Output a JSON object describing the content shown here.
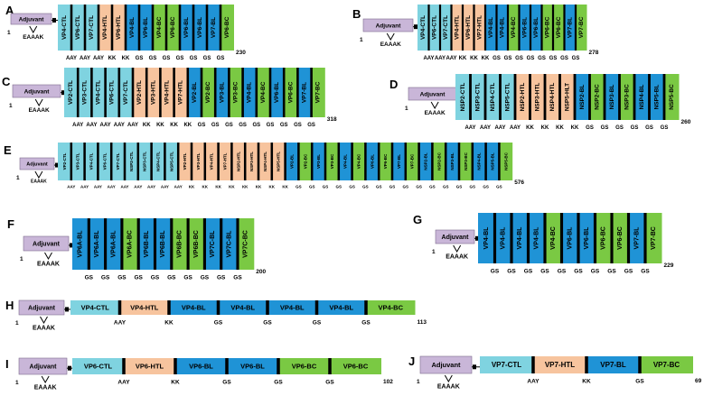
{
  "colors": {
    "adjuvant": "#c9b6d8",
    "ctl": "#7fd3e0",
    "htl": "#f7c49e",
    "bl": "#1f93d6",
    "bc": "#7ac943",
    "linker": "#000000"
  },
  "common": {
    "adjuvant_label": "Adjuvant",
    "eaaak": "EAAAK",
    "start": "1"
  },
  "constructs": [
    {
      "id": "A",
      "segments": [
        {
          "label": "VP4-CTL",
          "type": "ctl"
        },
        {
          "label": "VP6-CTL",
          "type": "ctl"
        },
        {
          "label": "VP7-CTL",
          "type": "ctl"
        },
        {
          "label": "VP4-HTL",
          "type": "htl"
        },
        {
          "label": "VP6-HTL",
          "type": "htl"
        },
        {
          "label": "VP4-BL",
          "type": "bl"
        },
        {
          "label": "VP6-BL",
          "type": "bl"
        },
        {
          "label": "VP4-BC",
          "type": "bc"
        },
        {
          "label": "VP6-BC",
          "type": "bc"
        },
        {
          "label": "VP6-BL",
          "type": "bl"
        },
        {
          "label": "VP6-BL",
          "type": "bl"
        },
        {
          "label": "VP7-BL",
          "type": "bl"
        },
        {
          "label": "VP6-BC",
          "type": "bc"
        }
      ],
      "linkers": [
        "AAY",
        "AAY",
        "AAY",
        "KK",
        "KK",
        "GS",
        "GS",
        "GS",
        "GS",
        "GS",
        "GS",
        "GS"
      ],
      "end": "230"
    },
    {
      "id": "B",
      "segments": [
        {
          "label": "VP4-CTL",
          "type": "ctl"
        },
        {
          "label": "VP6-CTL",
          "type": "ctl"
        },
        {
          "label": "VP7-CTL",
          "type": "ctl"
        },
        {
          "label": "VP4-HTL",
          "type": "htl"
        },
        {
          "label": "VP6-HTL",
          "type": "htl"
        },
        {
          "label": "VP7-HTL",
          "type": "htl"
        },
        {
          "label": "VP4-BL",
          "type": "bl"
        },
        {
          "label": "VP4-BL",
          "type": "bl"
        },
        {
          "label": "VP4-BC",
          "type": "bc"
        },
        {
          "label": "VP6-BL",
          "type": "bl"
        },
        {
          "label": "VP6-BL",
          "type": "bl"
        },
        {
          "label": "VP6-BC",
          "type": "bc"
        },
        {
          "label": "VP6-BC",
          "type": "bc"
        },
        {
          "label": "VP7-BL",
          "type": "bl"
        },
        {
          "label": "VP7-BC",
          "type": "bc"
        }
      ],
      "linkers": [
        "AAY",
        "AAY",
        "AAY",
        "KK",
        "KK",
        "KK",
        "GS",
        "GS",
        "GS",
        "GS",
        "GS",
        "GS",
        "GS",
        "GS"
      ],
      "end": "278"
    },
    {
      "id": "C",
      "segments": [
        {
          "label": "VP2-CTL",
          "type": "ctl"
        },
        {
          "label": "VP3-CTL",
          "type": "ctl"
        },
        {
          "label": "VP4-CTL",
          "type": "ctl"
        },
        {
          "label": "VP6-CTL",
          "type": "ctl"
        },
        {
          "label": "VP7-CTL",
          "type": "ctl"
        },
        {
          "label": "VP2-HTL",
          "type": "htl"
        },
        {
          "label": "VP3-HTL",
          "type": "htl"
        },
        {
          "label": "VP4-HTL",
          "type": "htl"
        },
        {
          "label": "VP7-HTL",
          "type": "htl"
        },
        {
          "label": "VP2-BL",
          "type": "bl"
        },
        {
          "label": "VP2-BC",
          "type": "bc"
        },
        {
          "label": "VP3-BL",
          "type": "bl"
        },
        {
          "label": "VP3-BC",
          "type": "bc"
        },
        {
          "label": "VP4-BL",
          "type": "bl"
        },
        {
          "label": "VP4-BC",
          "type": "bc"
        },
        {
          "label": "VP6-BL",
          "type": "bl"
        },
        {
          "label": "VP6-BC",
          "type": "bc"
        },
        {
          "label": "VP7-BL",
          "type": "bl"
        },
        {
          "label": "VP7-BC",
          "type": "bc"
        }
      ],
      "linkers": [
        "AAY",
        "AAY",
        "AAY",
        "AAY",
        "AAY",
        "KK",
        "KK",
        "KK",
        "KK",
        "GS",
        "GS",
        "GS",
        "GS",
        "GS",
        "GS",
        "GS",
        "GS",
        "GS"
      ],
      "end": "318"
    },
    {
      "id": "D",
      "segments": [
        {
          "label": "NSP2-CTL",
          "type": "ctl"
        },
        {
          "label": "NSP3-CTL",
          "type": "ctl"
        },
        {
          "label": "NSP4-CTL",
          "type": "ctl"
        },
        {
          "label": "NSP5-CTL",
          "type": "ctl"
        },
        {
          "label": "NSP2-HTL",
          "type": "htl"
        },
        {
          "label": "NSP3-HTL",
          "type": "htl"
        },
        {
          "label": "NSP4-HTL",
          "type": "htl"
        },
        {
          "label": "NSP5-HLT",
          "type": "htl"
        },
        {
          "label": "NSP2-BL",
          "type": "bl"
        },
        {
          "label": "NSP2-BC",
          "type": "bc"
        },
        {
          "label": "NSP3-BL",
          "type": "bl"
        },
        {
          "label": "NSP3-BC",
          "type": "bc"
        },
        {
          "label": "NSP4-BL",
          "type": "bl"
        },
        {
          "label": "NSP5-BL",
          "type": "bl"
        },
        {
          "label": "NSP5-BC",
          "type": "bc"
        }
      ],
      "linkers": [
        "AAY",
        "AAY",
        "AAY",
        "AAY",
        "KK",
        "KK",
        "KK",
        "KK",
        "GS",
        "GS",
        "GS",
        "GS",
        "GS",
        "GS"
      ],
      "end": "260"
    },
    {
      "id": "E",
      "segments": [
        {
          "label": "VP2-CTL",
          "type": "ctl"
        },
        {
          "label": "VP3-CTL",
          "type": "ctl"
        },
        {
          "label": "VP4-CTL",
          "type": "ctl"
        },
        {
          "label": "VP6-CTL",
          "type": "ctl"
        },
        {
          "label": "VP7-CTL",
          "type": "ctl"
        },
        {
          "label": "NSP2-CTL",
          "type": "ctl"
        },
        {
          "label": "NSP3-CTL",
          "type": "ctl"
        },
        {
          "label": "NSP4-CTL",
          "type": "ctl"
        },
        {
          "label": "NSP5-CTL",
          "type": "ctl"
        },
        {
          "label": "VP2-HTL",
          "type": "htl"
        },
        {
          "label": "VP3-HTL",
          "type": "htl"
        },
        {
          "label": "VP4-HTL",
          "type": "htl"
        },
        {
          "label": "VP7-HTL",
          "type": "htl"
        },
        {
          "label": "NSP2-HTL",
          "type": "htl"
        },
        {
          "label": "NSP3-HTL",
          "type": "htl"
        },
        {
          "label": "NSP4-HTL",
          "type": "htl"
        },
        {
          "label": "NSP5-HTL",
          "type": "htl"
        },
        {
          "label": "VP2-BL",
          "type": "bl"
        },
        {
          "label": "VP2-BC",
          "type": "bc"
        },
        {
          "label": "VP3-BL",
          "type": "bl"
        },
        {
          "label": "VP3-BC",
          "type": "bc"
        },
        {
          "label": "VP4-BL",
          "type": "bl"
        },
        {
          "label": "VP4-BC",
          "type": "bc"
        },
        {
          "label": "VP6-BL",
          "type": "bl"
        },
        {
          "label": "VP6-BC",
          "type": "bc"
        },
        {
          "label": "VP7-BL",
          "type": "bl"
        },
        {
          "label": "VP7-BC",
          "type": "bc"
        },
        {
          "label": "NSP2-BL",
          "type": "bl"
        },
        {
          "label": "NSP2-BC",
          "type": "bc"
        },
        {
          "label": "NSP3-BL",
          "type": "bl"
        },
        {
          "label": "NSP3-BC",
          "type": "bc"
        },
        {
          "label": "NSP4-BL",
          "type": "bl"
        },
        {
          "label": "NSP5-BL",
          "type": "bl"
        },
        {
          "label": "NSP5-BC",
          "type": "bc"
        }
      ],
      "linkers": [
        "AAY",
        "AAY",
        "AAY",
        "AAY",
        "AAY",
        "AAY",
        "AAY",
        "AAY",
        "AAY",
        "KK",
        "KK",
        "KK",
        "KK",
        "KK",
        "KK",
        "KK",
        "KK",
        "GS",
        "GS",
        "GS",
        "GS",
        "GS",
        "GS",
        "GS",
        "GS",
        "GS",
        "GS",
        "GS",
        "GS",
        "GS",
        "GS",
        "GS",
        "GS"
      ],
      "end": "576"
    },
    {
      "id": "F",
      "segments": [
        {
          "label": "VP6A-BL",
          "type": "bl"
        },
        {
          "label": "VP6A-BL",
          "type": "bl"
        },
        {
          "label": "VP6A-BL",
          "type": "bl"
        },
        {
          "label": "VP6A-BC",
          "type": "bc"
        },
        {
          "label": "VP6B-BL",
          "type": "bl"
        },
        {
          "label": "VP6B-BL",
          "type": "bl"
        },
        {
          "label": "VP6B-BC",
          "type": "bc"
        },
        {
          "label": "VP6B-BC",
          "type": "bc"
        },
        {
          "label": "VP7C-BL",
          "type": "bl"
        },
        {
          "label": "VP7C-BL",
          "type": "bl"
        },
        {
          "label": "VP7C-BC",
          "type": "bc"
        }
      ],
      "linkers": [
        "GS",
        "GS",
        "GS",
        "GS",
        "GS",
        "GS",
        "GS",
        "GS",
        "GS",
        "GS"
      ],
      "end": "200"
    },
    {
      "id": "G",
      "segments": [
        {
          "label": "VP4-BL",
          "type": "bl"
        },
        {
          "label": "VP4-BL",
          "type": "bl"
        },
        {
          "label": "VP4-BL",
          "type": "bl"
        },
        {
          "label": "VP4-BL",
          "type": "bl"
        },
        {
          "label": "VP4-BC",
          "type": "bc"
        },
        {
          "label": "VP6-BL",
          "type": "bl"
        },
        {
          "label": "VP6-BL",
          "type": "bl"
        },
        {
          "label": "VP6-BC",
          "type": "bc"
        },
        {
          "label": "VP6-BC",
          "type": "bc"
        },
        {
          "label": "VP7-BL",
          "type": "bl"
        },
        {
          "label": "VP7-BC",
          "type": "bc"
        }
      ],
      "linkers": [
        "GS",
        "GS",
        "GS",
        "GS",
        "GS",
        "GS",
        "GS",
        "GS",
        "GS",
        "GS"
      ],
      "end": "229"
    },
    {
      "id": "H",
      "segments": [
        {
          "label": "VP4-CTL",
          "type": "ctl"
        },
        {
          "label": "VP4-HTL",
          "type": "htl"
        },
        {
          "label": "VP4-BL",
          "type": "bl"
        },
        {
          "label": "VP4-BL",
          "type": "bl"
        },
        {
          "label": "VP4-BL",
          "type": "bl"
        },
        {
          "label": "VP4-BL",
          "type": "bl"
        },
        {
          "label": "VP4-BC",
          "type": "bc"
        }
      ],
      "linkers": [
        "AAY",
        "KK",
        "GS",
        "GS",
        "GS",
        "GS"
      ],
      "end": "113"
    },
    {
      "id": "I",
      "segments": [
        {
          "label": "VP6-CTL",
          "type": "ctl"
        },
        {
          "label": "VP6-HTL",
          "type": "htl"
        },
        {
          "label": "VP6-BL",
          "type": "bl"
        },
        {
          "label": "VP6-BL",
          "type": "bl"
        },
        {
          "label": "VP6-BC",
          "type": "bc"
        },
        {
          "label": "VP6-BC",
          "type": "bc"
        }
      ],
      "linkers": [
        "AAY",
        "KK",
        "GS",
        "GS",
        "GS"
      ],
      "end": "102"
    },
    {
      "id": "J",
      "segments": [
        {
          "label": "VP7-CTL",
          "type": "ctl"
        },
        {
          "label": "VP7-HTL",
          "type": "htl"
        },
        {
          "label": "VP7-BL",
          "type": "bl"
        },
        {
          "label": "VP7-BC",
          "type": "bc"
        }
      ],
      "linkers": [
        "AAY",
        "KK",
        "GS"
      ],
      "end": "69"
    }
  ]
}
